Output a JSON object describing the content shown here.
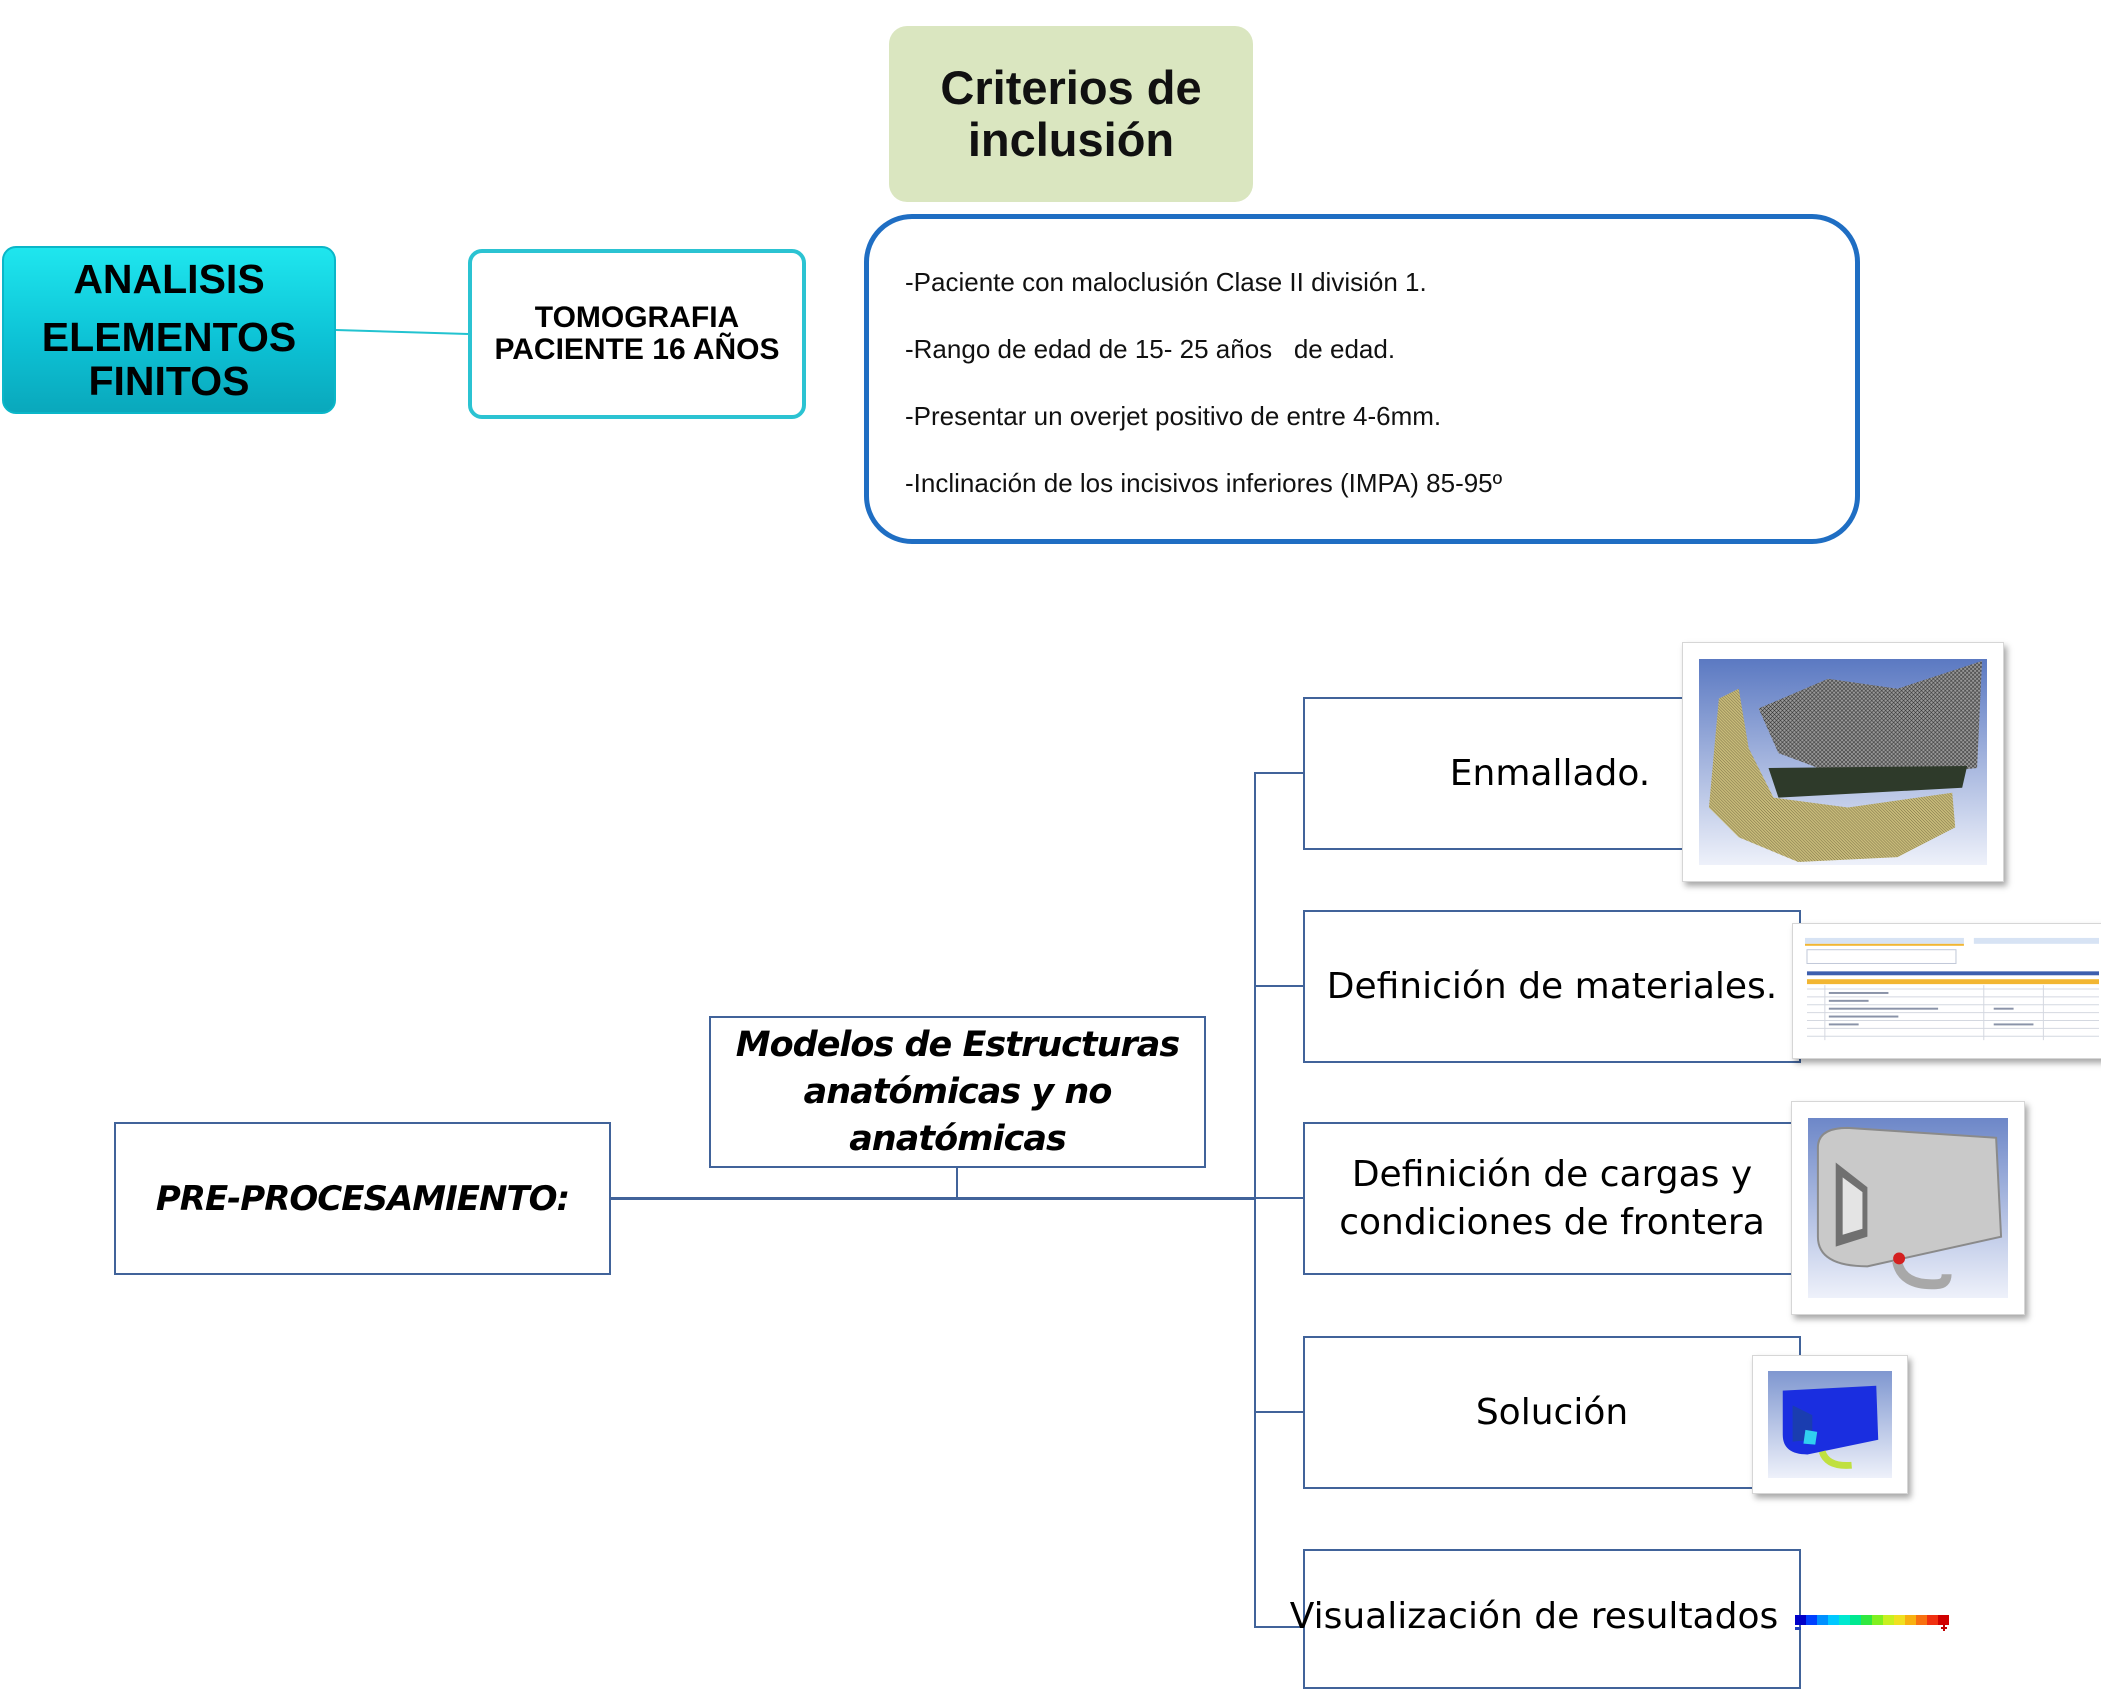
{
  "analisis": {
    "line1": "ANALISIS",
    "line2": "ELEMENTOS",
    "line3": "FINITOS"
  },
  "tomografia": {
    "line1": "TOMOGRAFIA",
    "line2": "PACIENTE 16 AÑOS"
  },
  "criterios": {
    "title_line1": "Criterios de",
    "title_line2": "inclusión",
    "items": [
      "-Paciente con maloclusión Clase II división 1.",
      "-Rango de edad de 15- 25 años   de edad.",
      "-Presentar un overjet positivo de entre 4-6mm.",
      "-Inclinación de los incisivos inferiores (IMPA) 85-95º"
    ]
  },
  "flow": {
    "pre": "PRE-PROCESAMIENTO:",
    "modelos": [
      "Modelos de Estructuras",
      "anatómicas y no",
      "anatómicas"
    ],
    "steps": [
      {
        "lines": [
          "Enmallado."
        ],
        "icon": "mesh-mandible-image"
      },
      {
        "lines": [
          "Definición de materiales."
        ],
        "icon": "materials-table-image"
      },
      {
        "lines": [
          "Definición de cargas y",
          "condiciones de frontera"
        ],
        "icon": "bracket-load-image"
      },
      {
        "lines": [
          "Solución"
        ],
        "icon": "solution-contour-image"
      },
      {
        "lines": [
          "Visualización de resultados"
        ],
        "icon": "color-scale-legend"
      }
    ]
  },
  "colors": {
    "analisis_fill": "#0dc3d6",
    "tomografia_border": "#2bc3d2",
    "criterios_title_fill": "#dae6c0",
    "criterios_border": "#1f6ec3",
    "flow_border": "#41639a"
  }
}
